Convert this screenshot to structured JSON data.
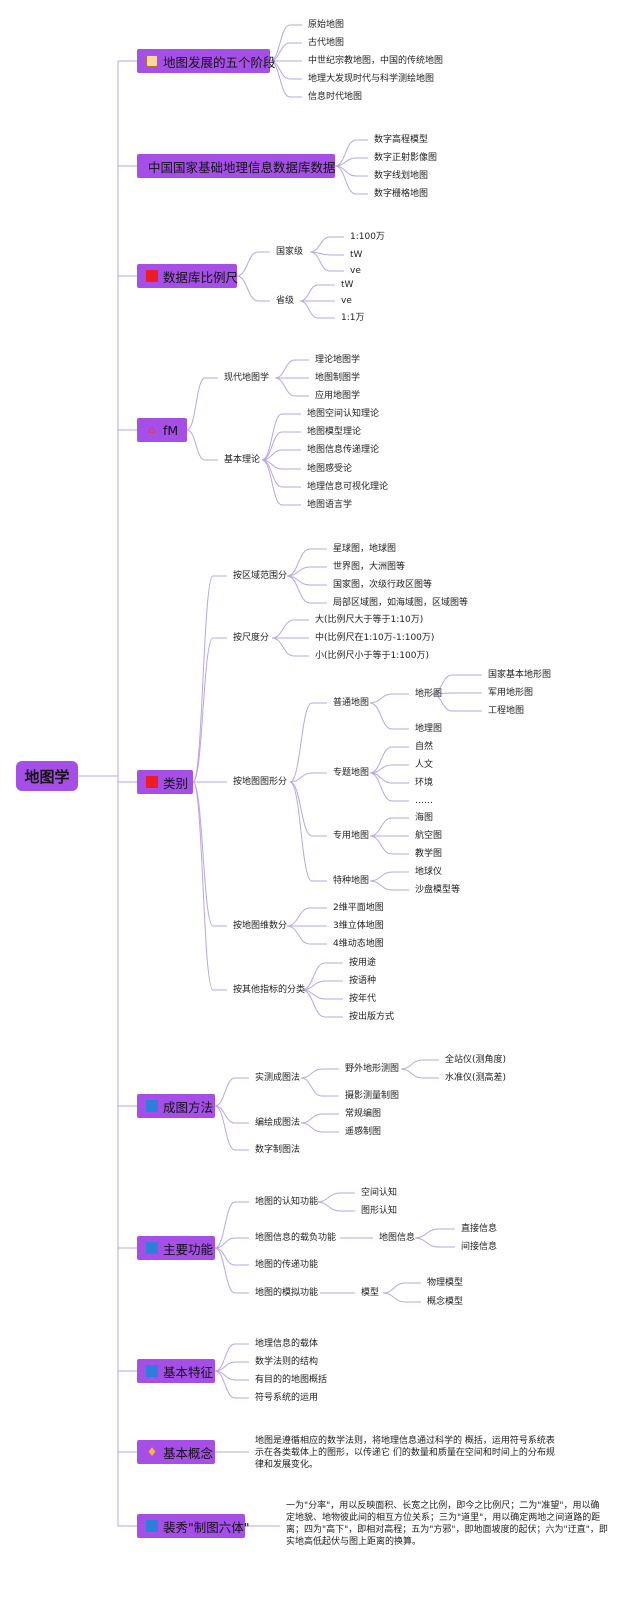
{
  "root": "地图学",
  "stages": {
    "label": "地图发展的五个阶段",
    "items": [
      "原始地图",
      "古代地图",
      "中世纪宗教地图，中国的传统地图",
      "地理大发现时代与科学测绘地图",
      "信息时代地图"
    ]
  },
  "database": {
    "label": "中国国家基础地理信息数据库数据",
    "items": [
      "数字高程模型",
      "数字正射影像图",
      "数字线划地图",
      "数字栅格地图"
    ]
  },
  "scale": {
    "label": "数据库比例尺",
    "national": {
      "label": "国家级",
      "items": [
        "1:100万",
        "tW",
        "ve"
      ]
    },
    "provincial": {
      "label": "省级",
      "items": [
        "tW",
        "ve",
        "1:1万"
      ]
    }
  },
  "fm": {
    "label": "fM",
    "modern": {
      "label": "现代地图学",
      "items": [
        "理论地图学",
        "地图制图学",
        "应用地图学"
      ]
    },
    "basic": {
      "label": "基本理论",
      "items": [
        "地图空间认知理论",
        "地图模型理论",
        "地图信息传递理论",
        "地图感受论",
        "地理信息可视化理论",
        "地图语言学"
      ]
    }
  },
  "types": {
    "label": "类别",
    "region": {
      "label": "按区域范围分",
      "items": [
        "星球图，地球图",
        "世界图，大洲图等",
        "国家图，次级行政区图等",
        "局部区域图，如海域图，区域图等"
      ]
    },
    "scale": {
      "label": "按尺度分",
      "items": [
        "大(比例尺大于等于1:10万)",
        "中(比例尺在1:10万-1:100万)",
        "小(比例尺小于等于1:100万)"
      ]
    },
    "graphic": {
      "label": "按地图图形分",
      "general": {
        "label": "普通地图",
        "terrain": {
          "label": "地形图",
          "items": [
            "国家基本地形图",
            "军用地形图",
            "工程地图"
          ]
        },
        "geo": "地理图"
      },
      "thematic": {
        "label": "专题地图",
        "items": [
          "自然",
          "人文",
          "环境",
          "……"
        ]
      },
      "special": {
        "label": "专用地图",
        "items": [
          "海图",
          "航空图",
          "教学图"
        ]
      },
      "peculiar": {
        "label": "特种地图",
        "items": [
          "地球仪",
          "沙盘模型等"
        ]
      }
    },
    "dimension": {
      "label": "按地图维数分",
      "items": [
        "2维平面地图",
        "3维立体地图",
        "4维动态地图"
      ]
    },
    "other": {
      "label": "按其他指标的分类",
      "items": [
        "按用途",
        "按语种",
        "按年代",
        "按出版方式"
      ]
    }
  },
  "methods": {
    "label": "成图方法",
    "survey": {
      "label": "实测成图法",
      "field": {
        "label": "野外地形测图",
        "items": [
          "全站仪(测角度)",
          "水准仪(测高差)"
        ]
      },
      "photo": "摄影测量制图"
    },
    "compile": {
      "label": "编绘成图法",
      "items": [
        "常规编图",
        "遥感制图"
      ]
    },
    "digital": "数字制图法"
  },
  "functions": {
    "label": "主要功能",
    "cognition": {
      "label": "地图的认知功能",
      "items": [
        "空间认知",
        "图形认知"
      ]
    },
    "carrier": {
      "label": "地图信息的载负功能",
      "info": {
        "label": "地图信息",
        "items": [
          "直接信息",
          "间接信息"
        ]
      }
    },
    "transfer": "地图的传递功能",
    "simulation": {
      "label": "地图的模拟功能",
      "model": {
        "label": "模型",
        "items": [
          "物理模型",
          "概念模型"
        ]
      }
    }
  },
  "features": {
    "label": "基本特征",
    "items": [
      "地理信息的载体",
      "数学法则的结构",
      "有目的的地图概括",
      "符号系统的运用"
    ]
  },
  "concept": {
    "label": "基本概念",
    "text": "地图是遵循相应的数学法则，将地理信息通过科学的 概括，运用符号系统表示在各类载体上的图形，以传递它 们的数量和质量在空间和时间上的分布规律和发展变化。"
  },
  "six": {
    "label": "裴秀\"制图六体\"",
    "text": "一为\"分率\"，用以反映面积、长宽之比例，即今之比例尺；二为\"准望\"，用以确定地貌、地物彼此间的相互方位关系；三为\"道里\"，用以确定两地之间道路的距离；四为\"高下\"，即相对高程；五为\"方邪\"，即地面坡度的起伏；六为\"迂直\"，即实地高低起伏与图上距离的换算。"
  },
  "colors": {
    "node": "#a64fe8",
    "line": "#b9a6e6",
    "redIcon": "#ee1d23",
    "blueIcon": "#2b7fd9"
  },
  "icons": {
    "stages": "scroll-icon",
    "database": "none",
    "scale": "red-square-icon",
    "fm": "house-icon",
    "types": "red-square-icon",
    "methods": "blue-square-icon",
    "functions": "blue-square-icon",
    "features": "blue-square-icon",
    "concept": "gem-icon",
    "six": "blue-square-icon"
  }
}
